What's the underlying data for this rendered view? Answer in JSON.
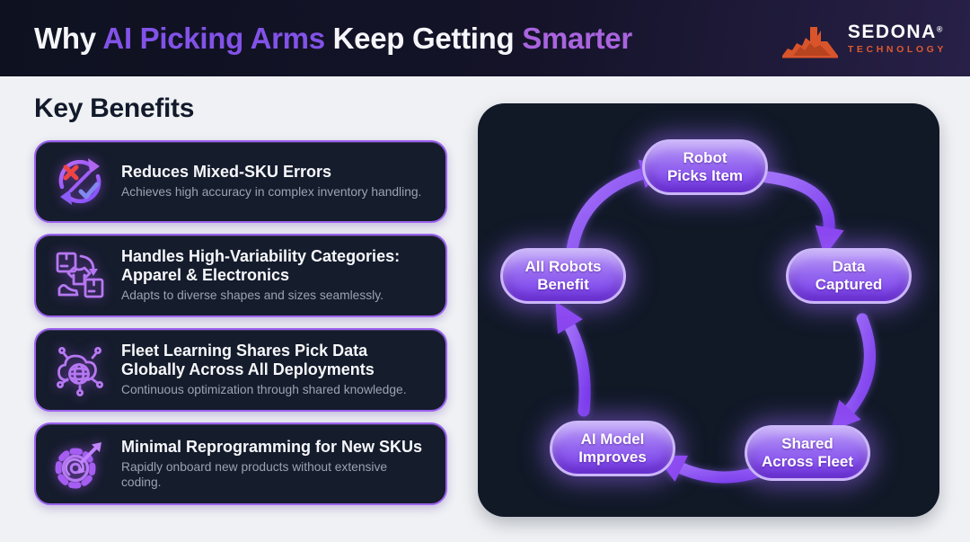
{
  "header": {
    "title": {
      "part1": "Why ",
      "part2": "AI Picking Arms",
      "part3": " Keep Getting ",
      "part4": "Smarter"
    },
    "logo": {
      "name": "SEDONA",
      "reg": "®",
      "tagline": "TECHNOLOGY"
    }
  },
  "benefits": {
    "heading": "Key Benefits",
    "cards": [
      {
        "icon": "sync-error-icon",
        "title": "Reduces Mixed-SKU Errors",
        "subtitle": "Achieves high accuracy in complex inventory handling."
      },
      {
        "icon": "variability-items-icon",
        "title": "Handles High-Variability Categories:\nApparel & Electronics",
        "subtitle": "Adapts to diverse shapes and sizes seamlessly."
      },
      {
        "icon": "cloud-network-icon",
        "title": "Fleet Learning Shares Pick Data\nGlobally Across All Deployments",
        "subtitle": "Continuous optimization through shared knowledge."
      },
      {
        "icon": "gear-growth-icon",
        "title": "Minimal Reprogramming for New SKUs",
        "subtitle": "Rapidly onboard new products without extensive coding."
      }
    ]
  },
  "cycle": {
    "nodes": [
      {
        "id": "robot-picks-item",
        "label": "Robot\nPicks Item"
      },
      {
        "id": "data-captured",
        "label": "Data\nCaptured"
      },
      {
        "id": "shared-across-fleet",
        "label": "Shared\nAcross Fleet"
      },
      {
        "id": "ai-model-improves",
        "label": "AI Model\nImproves"
      },
      {
        "id": "all-robots-benefit",
        "label": "All Robots\nBenefit"
      }
    ]
  },
  "colors": {
    "accent_purple": "#8b5cf6",
    "title_purple": "#8252e8",
    "smarter_violet": "#a964de",
    "logo_orange": "#e0592e",
    "card_bg": "#151c2c",
    "panel_bg": "#111927",
    "page_bg": "#eff1f4",
    "error_red": "#ef4444",
    "check_indigo": "#8188f0"
  }
}
